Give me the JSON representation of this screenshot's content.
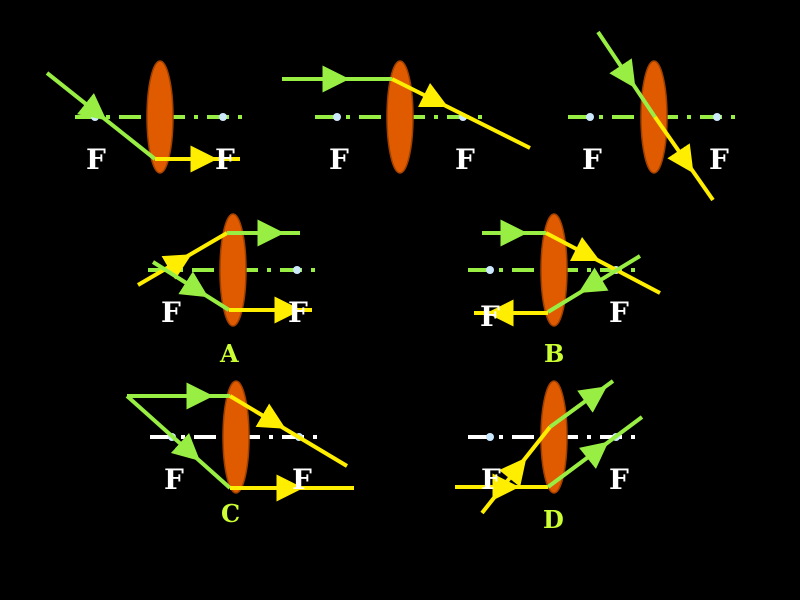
{
  "focal_label": "F",
  "option_labels": {
    "a": "A",
    "b": "B",
    "c": "C",
    "d": "D"
  },
  "colors": {
    "background": "#000000",
    "lens_fill": "#e05a00",
    "lens_edge": "#a04000",
    "green_ray": "#99ee44",
    "yellow_ray": "#ffee00",
    "focus_point": "#cce8ff",
    "axis_green": "#99ee44",
    "axis_white": "#ffffff",
    "label_text": "#ffffff",
    "option_text": "#ccff33"
  }
}
